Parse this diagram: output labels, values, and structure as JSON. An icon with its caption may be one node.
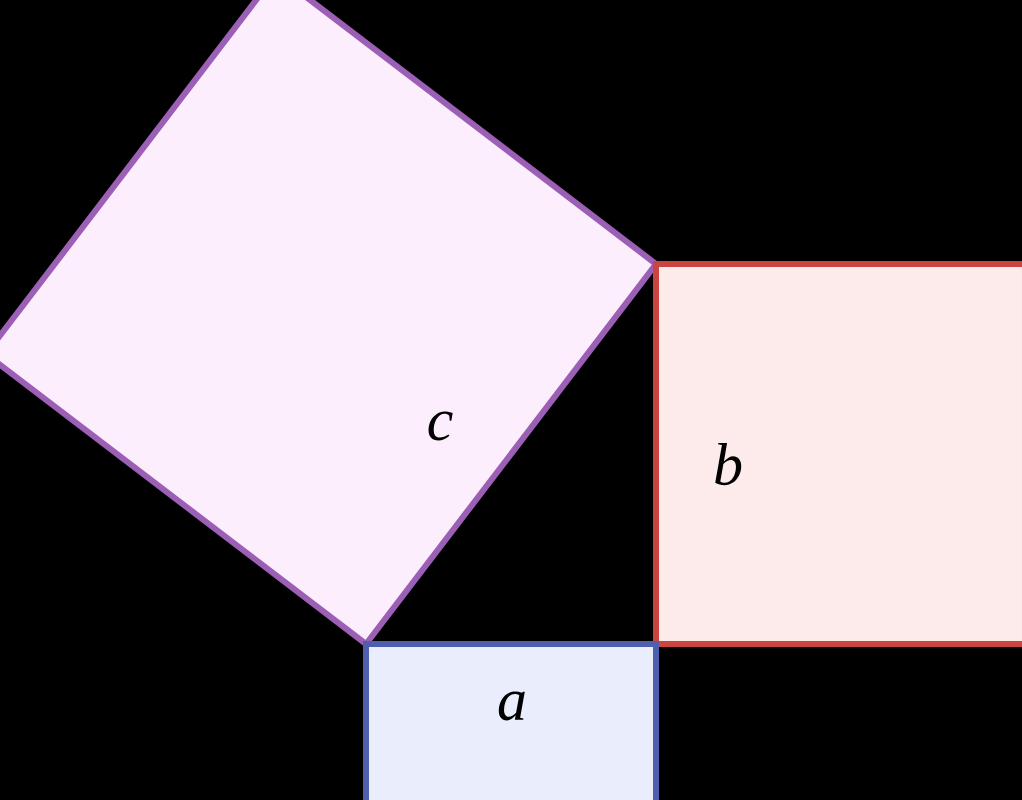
{
  "diagram": {
    "nodes": [
      {
        "text": [
          "c"
        ]
      },
      {
        "text": [
          "b"
        ]
      },
      {
        "text": [
          "a"
        ]
      }
    ]
  }
}
